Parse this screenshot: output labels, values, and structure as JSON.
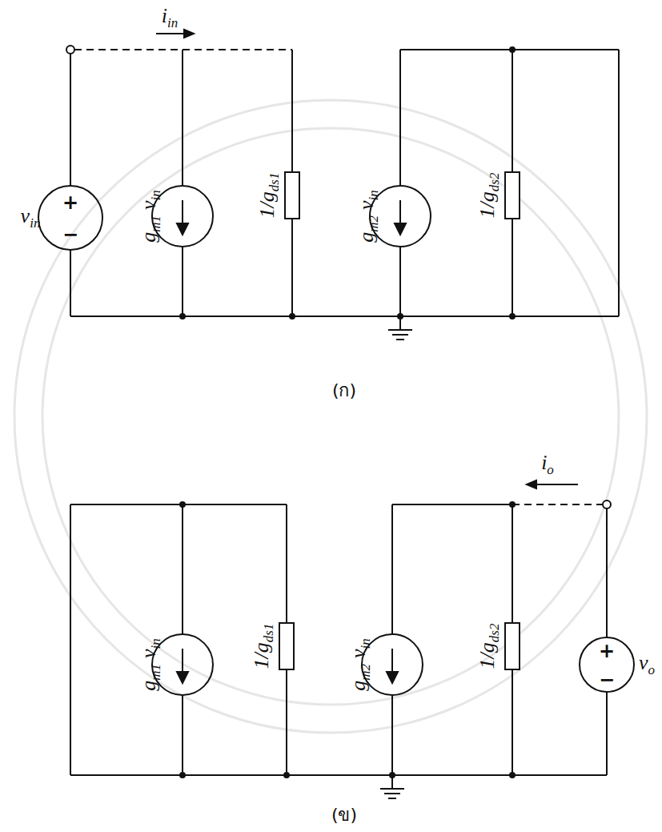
{
  "diagram": {
    "labels": [
      "i",
      "in",
      "v",
      "in",
      "+",
      "−",
      "g",
      "m1",
      "v",
      "in",
      "1/g",
      "ds1",
      "g",
      "m2",
      "v",
      "in",
      "1/g",
      "ds2",
      "(ก)",
      "i",
      "o",
      "g",
      "m1",
      "v",
      "in",
      "1/g",
      "ds1",
      "g",
      "m2",
      "v",
      "in",
      "1/g",
      "ds2",
      "+",
      "−",
      "v",
      "o",
      "(ข)"
    ]
  }
}
